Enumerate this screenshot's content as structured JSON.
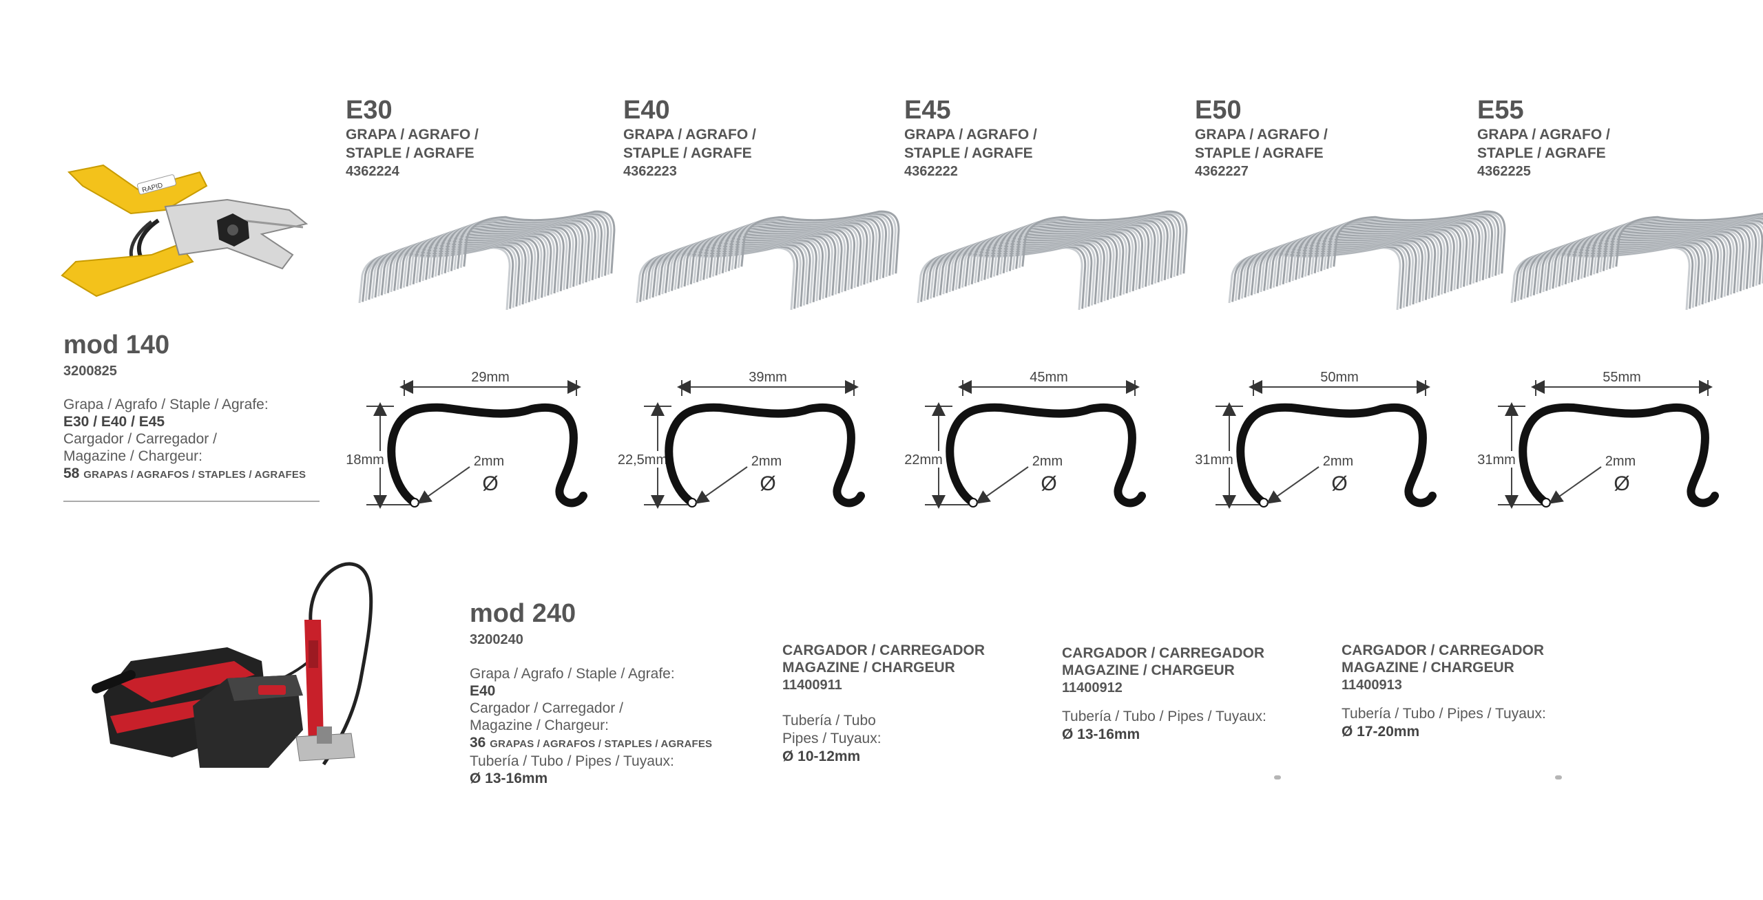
{
  "staples": [
    {
      "code": "E30",
      "desc": "GRAPA / AGRAFO /\nSTAPLE / AGRAFE",
      "ref": "4362224",
      "width_label": "29mm",
      "height_label": "18mm",
      "wire_label": "2mm",
      "diameter_symbol": "Ø"
    },
    {
      "code": "E40",
      "desc": "GRAPA / AGRAFO /\nSTAPLE / AGRAFE",
      "ref": "4362223",
      "width_label": "39mm",
      "height_label": "22,5mm",
      "wire_label": "2mm",
      "diameter_symbol": "Ø"
    },
    {
      "code": "E45",
      "desc": "GRAPA / AGRAFO /\nSTAPLE / AGRAFE",
      "ref": "4362222",
      "width_label": "45mm",
      "height_label": "22mm",
      "wire_label": "2mm",
      "diameter_symbol": "Ø"
    },
    {
      "code": "E50",
      "desc": "GRAPA / AGRAFO /\nSTAPLE / AGRAFE",
      "ref": "4362227",
      "width_label": "50mm",
      "height_label": "31mm",
      "wire_label": "2mm",
      "diameter_symbol": "Ø"
    },
    {
      "code": "E55",
      "desc": "GRAPA / AGRAFO /\nSTAPLE / AGRAFE",
      "ref": "4362225",
      "width_label": "55mm",
      "height_label": "31mm",
      "wire_label": "2mm",
      "diameter_symbol": "Ø"
    }
  ],
  "mod140": {
    "title": "mod 140",
    "ref": "3200825",
    "staple_label": "Grapa / Agrafo / Staple / Agrafe:",
    "staple_types": "E30 / E40 / E45",
    "magazine_label_1": "Cargador / Carregador /",
    "magazine_label_2": "Magazine / Chargeur:",
    "capacity_number": "58",
    "capacity_unit": "GRAPAS / AGRAFOS / STAPLES / AGRAFES"
  },
  "mod240": {
    "title": "mod 240",
    "ref": "3200240",
    "staple_label": "Grapa / Agrafo / Staple / Agrafe:",
    "staple_types": "E40",
    "magazine_label_1": "Cargador / Carregador /",
    "magazine_label_2": "Magazine / Chargeur:",
    "capacity_number": "36",
    "capacity_unit": "GRAPAS / AGRAFOS / STAPLES / AGRAFES",
    "pipe_label": "Tubería / Tubo / Pipes / Tuyaux:",
    "pipe_size": "Ø 13-16mm"
  },
  "magazines": [
    {
      "title": "CARGADOR / CARREGADOR\nMAGAZINE / CHARGEUR",
      "ref": "11400911",
      "pipe_label": "Tubería / Tubo\nPipes / Tuyaux:",
      "pipe_size": "Ø 10-12mm"
    },
    {
      "title": "CARGADOR / CARREGADOR\nMAGAZINE / CHARGEUR",
      "ref": "11400912",
      "pipe_label": "Tubería / Tubo / Pipes / Tuyaux:",
      "pipe_size": "Ø 13-16mm"
    },
    {
      "title": "CARGADOR / CARREGADOR\nMAGAZINE / CHARGEUR",
      "ref": "11400913",
      "pipe_label": "Tubería / Tubo / Pipes / Tuyaux:",
      "pipe_size": "Ø 17-20mm"
    }
  ],
  "logo_text": {
    "tool_brand": "RAPID"
  }
}
